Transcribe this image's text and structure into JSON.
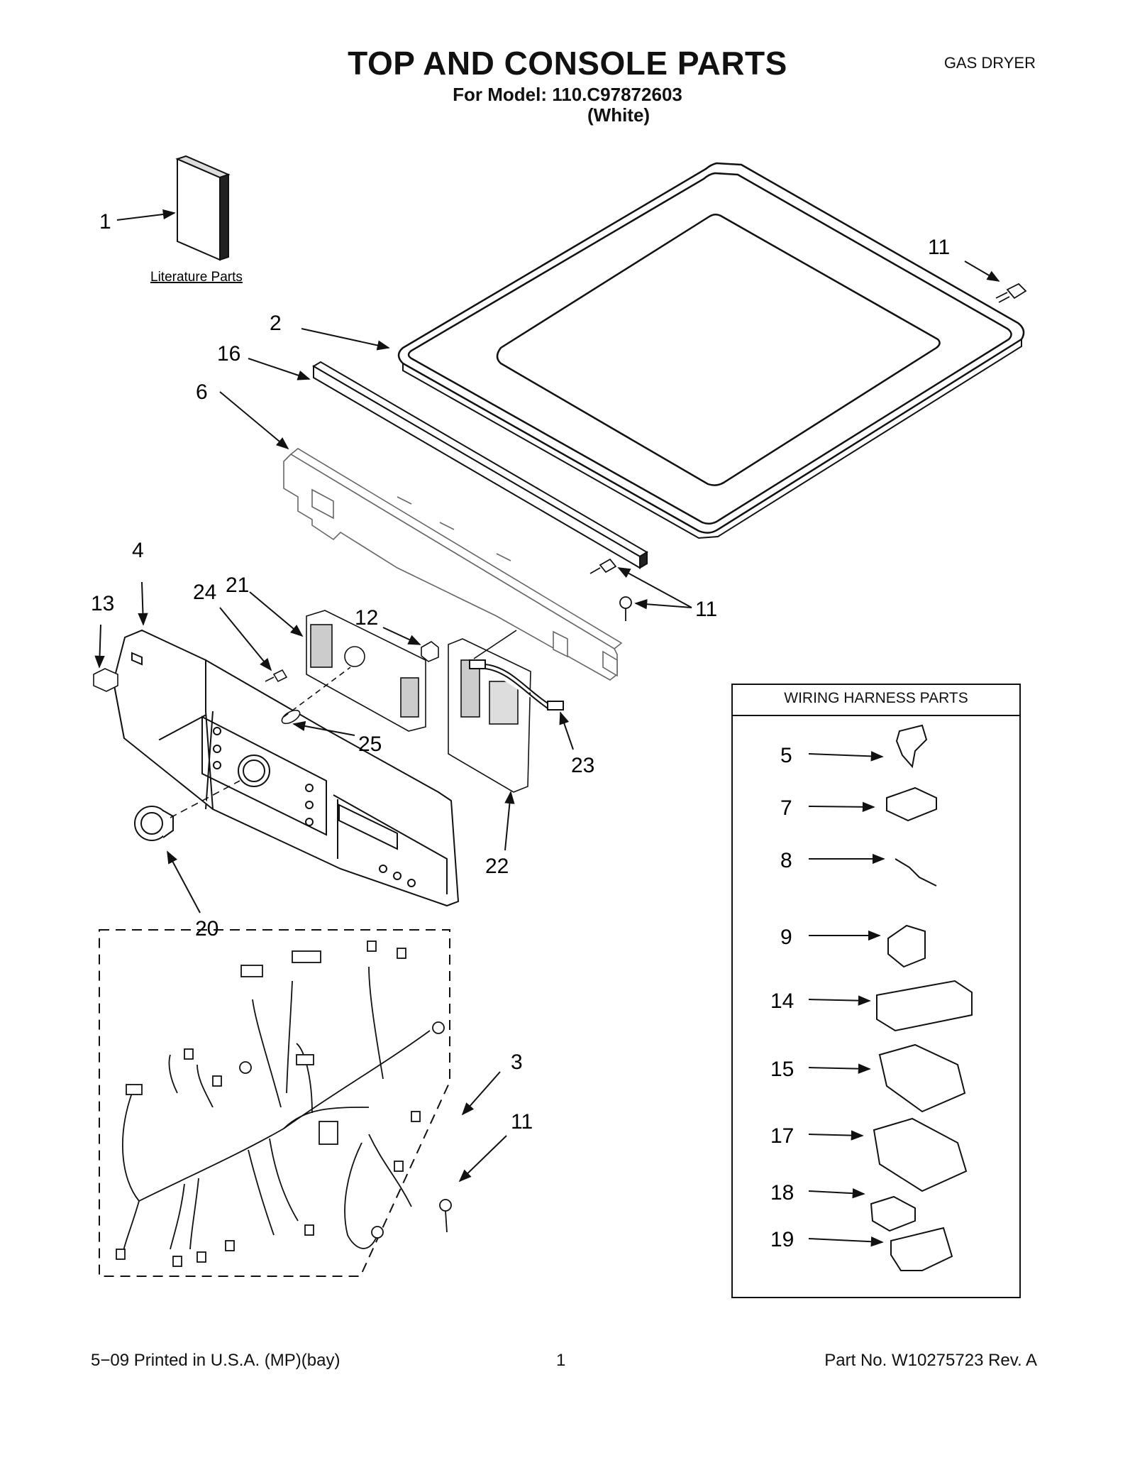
{
  "header": {
    "title": "TOP AND CONSOLE PARTS",
    "model_line": "For Model: 110.C97872603",
    "color_line": "(White)",
    "appliance_tag": "GAS DRYER"
  },
  "literature": {
    "label": "Literature Parts"
  },
  "wiring_box": {
    "title": "WIRING HARNESS PARTS"
  },
  "callouts": {
    "c1": "1",
    "c2": "2",
    "c3": "3",
    "c4": "4",
    "c5": "5",
    "c6": "6",
    "c7": "7",
    "c8": "8",
    "c9": "9",
    "c11a": "11",
    "c11b": "11",
    "c11c": "11",
    "c12": "12",
    "c13": "13",
    "c14": "14",
    "c15": "15",
    "c16": "16",
    "c17": "17",
    "c18": "18",
    "c19": "19",
    "c20": "20",
    "c21": "21",
    "c22": "22",
    "c23": "23",
    "c24": "24",
    "c25": "25"
  },
  "footer": {
    "left": "5−09 Printed in U.S.A. (MP)(bay)",
    "center": "1",
    "right": "Part No. W10275723 Rev. A"
  }
}
